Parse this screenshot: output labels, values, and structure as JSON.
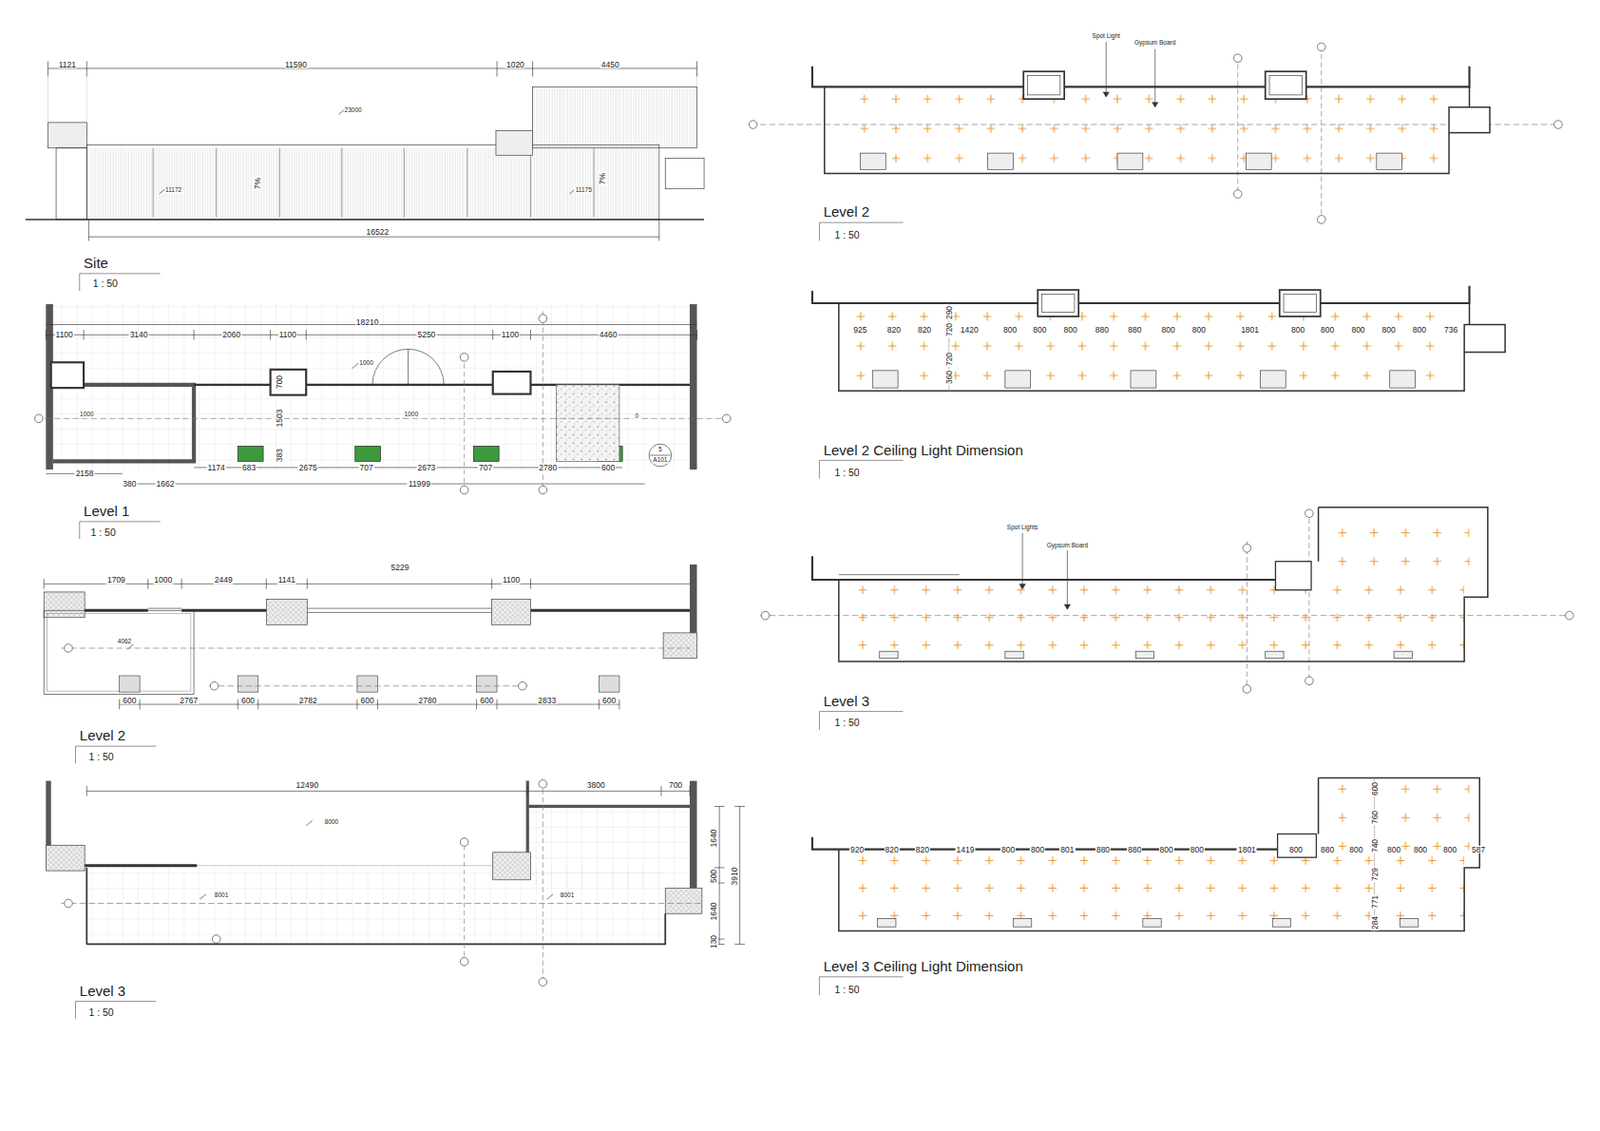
{
  "diagram": {
    "labels": [
      "1121",
      "11590",
      "1020",
      "4450",
      "23000",
      "11172",
      "7%",
      "11175",
      "7%",
      "16522",
      "Site",
      "1 : 50",
      "18210",
      "1100",
      "3140",
      "2060",
      "1100",
      "5250",
      "1100",
      "4460",
      "1000",
      "700",
      "1503",
      "1000",
      "1000",
      "0",
      "383",
      "1174",
      "683",
      "2675",
      "707",
      "2673",
      "707",
      "2780",
      "600",
      "5",
      "A101",
      "2158",
      "380",
      "1662",
      "11999",
      "Level 1",
      "1 : 50",
      "1709",
      "1000",
      "2449",
      "1141",
      "5229",
      "1100",
      "4062",
      "600",
      "2767",
      "600",
      "2782",
      "600",
      "2780",
      "600",
      "2833",
      "600",
      "Level 2",
      "1 : 50",
      "12490",
      "3800",
      "700",
      "8000",
      "1640",
      "500",
      "3910",
      "8001",
      "8001",
      "1640",
      "130",
      "Level 3",
      "1 : 50",
      "Spot Light",
      "Gypsum Board",
      "Level 2",
      "1 : 50",
      "925",
      "820",
      "820",
      "1420",
      "800",
      "800",
      "800",
      "880",
      "880",
      "800",
      "800",
      "1801",
      "800",
      "800",
      "800",
      "800",
      "800",
      "736",
      "290",
      "720",
      "720",
      "360",
      "Level 2 Ceiling Light Dimension",
      "1 : 50",
      "Spot Lights",
      "Gypsum Board",
      "Level 3",
      "1 : 50",
      "920",
      "820",
      "820",
      "1419",
      "800",
      "800",
      "801",
      "880",
      "880",
      "800",
      "800",
      "1801",
      "800",
      "880",
      "800",
      "800",
      "800",
      "800",
      "587",
      "600",
      "760",
      "740",
      "729",
      "771",
      "284",
      "Level 3 Ceiling Light Dimension",
      "1 : 50"
    ]
  }
}
